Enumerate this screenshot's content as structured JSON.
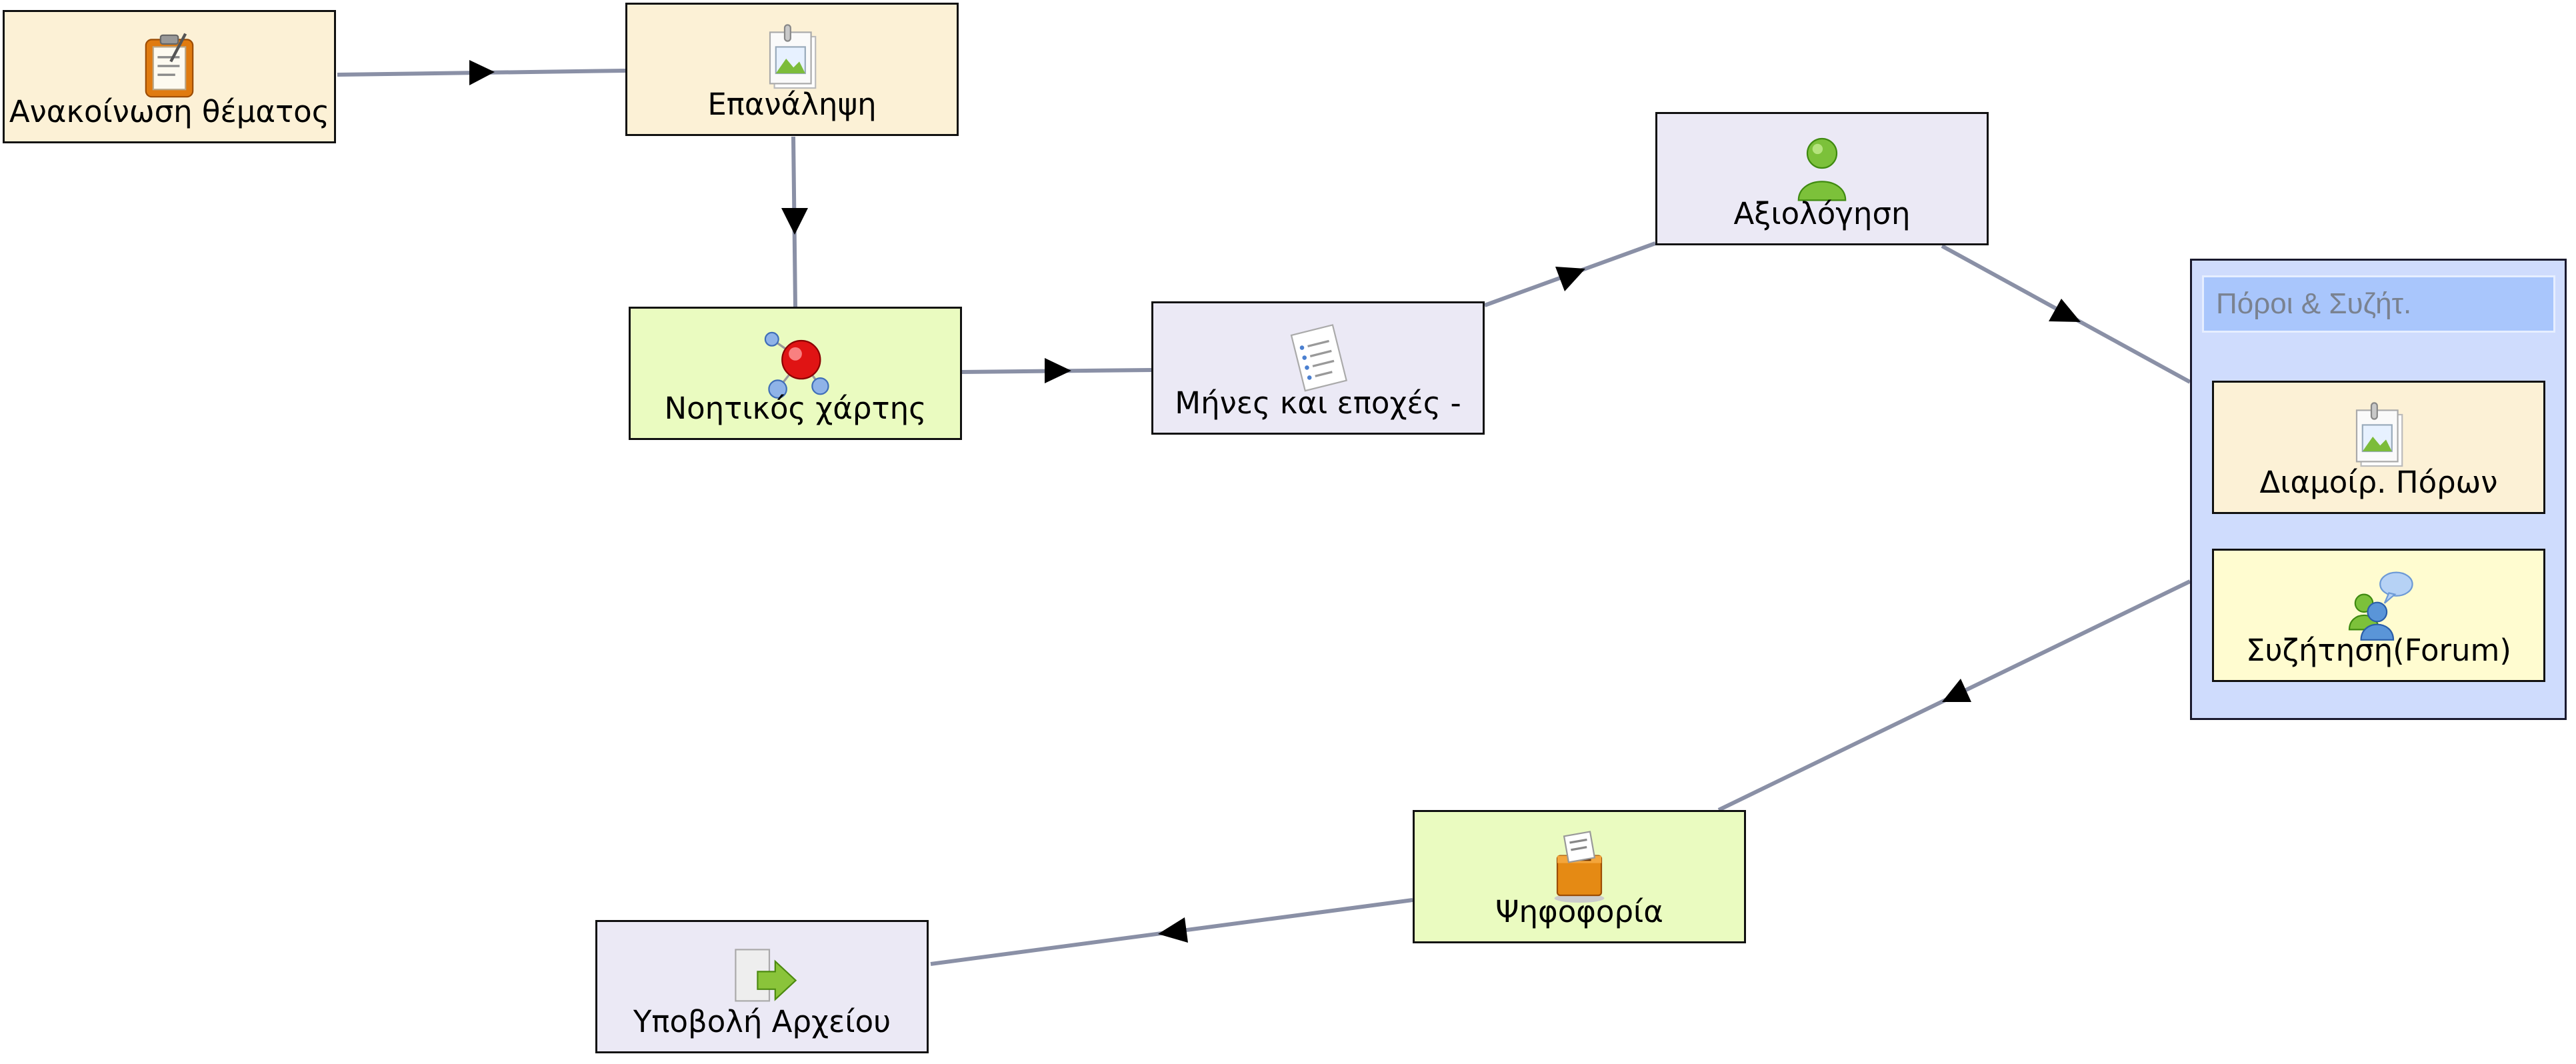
{
  "colors": {
    "tan_fill": "#fcf1d6",
    "green_fill": "#eafbc0",
    "lavender_fill": "#ebe9f5",
    "yellow_fill": "#fffcd0",
    "group_fill": "#cfdcfd",
    "edge_color": "#8a90a6",
    "arrow_color": "#000000"
  },
  "nodes": {
    "announcement": {
      "label": "Ανακοίνωση θέματος",
      "icon": "notepad-icon"
    },
    "repetition": {
      "label": "Επανάληψη",
      "icon": "picture-document-icon"
    },
    "mindmap": {
      "label": "Νοητικός χάρτης",
      "icon": "molecule-mindmap-icon"
    },
    "months": {
      "label": "Μήνες και εποχές -",
      "icon": "list-document-icon"
    },
    "assessment": {
      "label": "Αξιολόγηση",
      "icon": "user-icon"
    },
    "resources": {
      "label": "Διαμοίρ. Πόρων",
      "icon": "picture-document-icon"
    },
    "forum": {
      "label": "Συζήτηση(Forum)",
      "icon": "discussion-users-icon"
    },
    "vote": {
      "label": "Ψηφοφορία",
      "icon": "ballot-box-icon"
    },
    "upload": {
      "label": "Υποβολή Αρχείου",
      "icon": "file-upload-arrow-icon"
    }
  },
  "group": {
    "title": "Πόροι & Συζήτ."
  }
}
